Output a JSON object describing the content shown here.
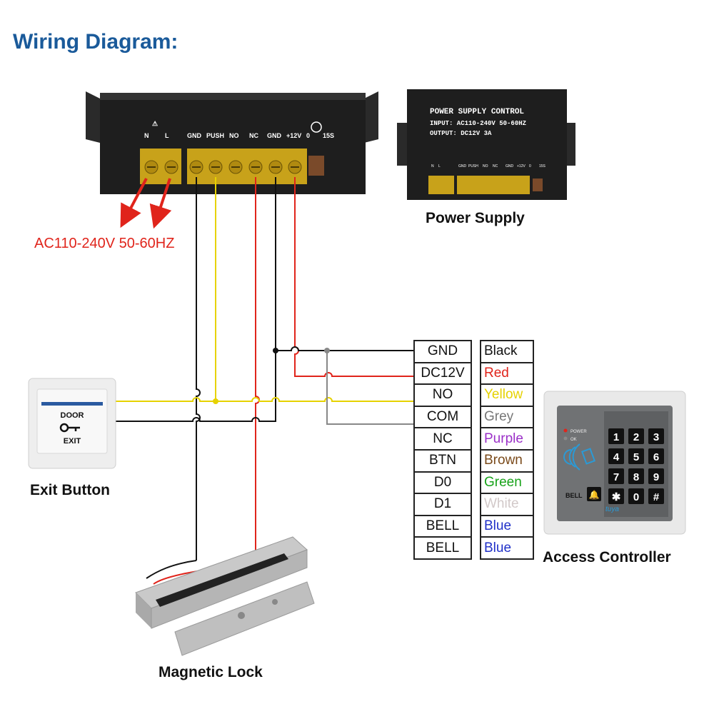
{
  "title": "Wiring Diagram:",
  "ac_input_label": "AC110-240V 50-60HZ",
  "main_terminals": {
    "symbol": "⚠",
    "n": "N",
    "l": "L",
    "gnd1": "GND",
    "push": "PUSH",
    "no": "NO",
    "nc": "NC",
    "gnd2": "GND",
    "v12": "+12V",
    "timer_min": "0",
    "timer_max": "15S"
  },
  "power_supply_unit": {
    "heading": "POWER SUPPLY CONTROL",
    "input": "INPUT: AC110-240V 50-60HZ",
    "output": "OUTPUT: DC12V 3A",
    "terminals": [
      "N",
      "L",
      "GND",
      "PUSH",
      "NO",
      "NC",
      "GND",
      "+12V",
      "0",
      "15S"
    ],
    "caption": "Power Supply"
  },
  "exit_button": {
    "line1": "DOOR",
    "line2": "EXIT",
    "caption": "Exit Button"
  },
  "magnetic_lock": {
    "caption": "Magnetic Lock"
  },
  "access_controller": {
    "caption": "Access Controller",
    "led_power": "POWER",
    "led_ok": "OK",
    "bell_label": "BELL",
    "brand": "tuya",
    "keys": [
      "1",
      "2",
      "3",
      "4",
      "5",
      "6",
      "7",
      "8",
      "9",
      "✱",
      "0",
      "#"
    ]
  },
  "pins": [
    {
      "pin": "GND",
      "color": "Black",
      "hex": "#111111"
    },
    {
      "pin": "DC12V",
      "color": "Red",
      "hex": "#e0241b"
    },
    {
      "pin": "NO",
      "color": "Yellow",
      "hex": "#e6d200"
    },
    {
      "pin": "COM",
      "color": "Grey",
      "hex": "#777777"
    },
    {
      "pin": "NC",
      "color": "Purple",
      "hex": "#9b30c8"
    },
    {
      "pin": "BTN",
      "color": "Brown",
      "hex": "#7a4a1a"
    },
    {
      "pin": "D0",
      "color": "Green",
      "hex": "#18a31a"
    },
    {
      "pin": "D1",
      "color": "White",
      "hex": "#d2c9c9"
    },
    {
      "pin": "BELL",
      "color": "Blue",
      "hex": "#2030c8"
    },
    {
      "pin": "BELL",
      "color": "Blue",
      "hex": "#2030c8"
    }
  ],
  "colors": {
    "title": "#1a5a9a",
    "wire_black": "#111111",
    "wire_red": "#e0241b",
    "wire_yellow": "#e6d200",
    "wire_grey": "#888888"
  }
}
